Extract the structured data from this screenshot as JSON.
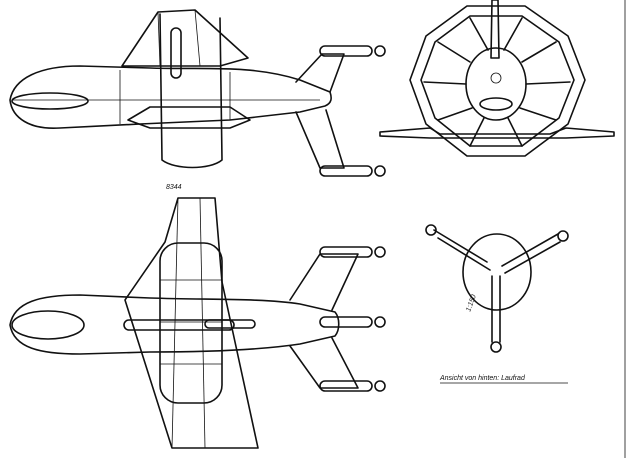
{
  "labels": {
    "side_view_code": "8344",
    "rotor_caption": "Ansicht von hinten: Laufrad",
    "rotor_scale": "1:150"
  }
}
